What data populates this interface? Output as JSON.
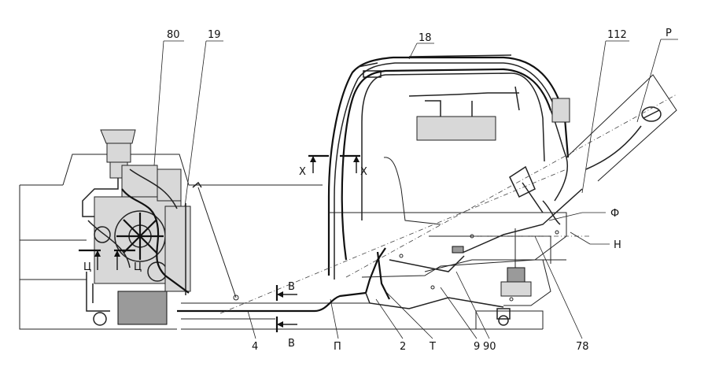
{
  "callouts": {
    "c80": "80",
    "c19": "19",
    "c18": "18",
    "c112": "112",
    "cP": "Р",
    "cF": "Ф",
    "cN": "Н",
    "cX1": "Х",
    "cX2": "Х",
    "cC1": "Ц",
    "cC2": "Ц",
    "cV1": "В",
    "cV2": "В",
    "c4": "4",
    "cPi": "П",
    "c2": "2",
    "cT": "Т",
    "c9": "9",
    "c90": "90",
    "c78": "78"
  }
}
